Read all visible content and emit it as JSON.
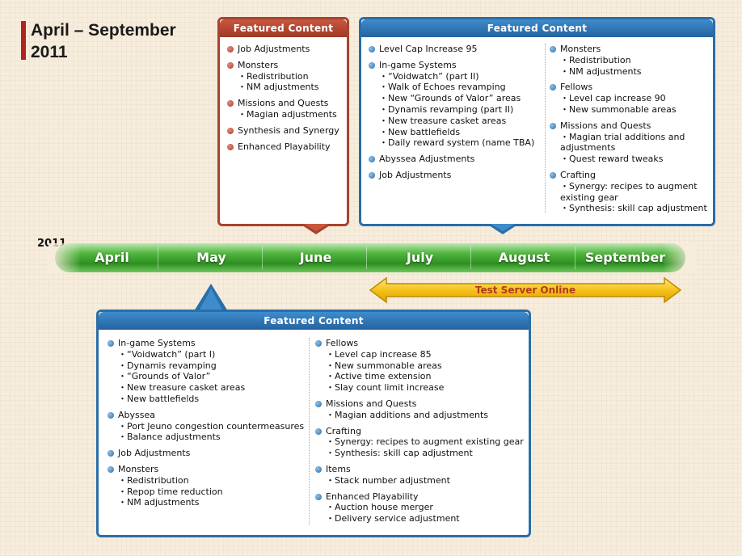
{
  "title": {
    "line1": "April – September",
    "line2": "2011"
  },
  "year_marker": "2011",
  "months": [
    "April",
    "May",
    "June",
    "July",
    "August",
    "September"
  ],
  "test_server": "Test Server Online",
  "box_june": {
    "header": "Featured Content",
    "sections": [
      {
        "title": "Job Adjustments",
        "items": []
      },
      {
        "title": "Monsters",
        "items": [
          "Redistribution",
          "NM adjustments"
        ]
      },
      {
        "title": "Missions and Quests",
        "items": [
          "Magian adjustments"
        ]
      },
      {
        "title": "Synthesis and Synergy",
        "items": []
      },
      {
        "title": "Enhanced Playability",
        "items": []
      }
    ]
  },
  "box_august": {
    "header": "Featured Content",
    "left": [
      {
        "title": "Level Cap Increase 95",
        "items": []
      },
      {
        "title": "In-game Systems",
        "items": [
          "“Voidwatch” (part II)",
          "Walk of Echoes revamping",
          "New “Grounds of Valor” areas",
          "Dynamis revamping (part II)",
          "New treasure casket areas",
          "New battlefields",
          "Daily reward system (name TBA)"
        ]
      },
      {
        "title": "Abyssea Adjustments",
        "items": []
      },
      {
        "title": "Job Adjustments",
        "items": []
      }
    ],
    "right": [
      {
        "title": "Monsters",
        "items": [
          "Redistribution",
          "NM adjustments"
        ]
      },
      {
        "title": "Fellows",
        "items": [
          "Level cap increase 90",
          "New summonable areas"
        ]
      },
      {
        "title": "Missions and Quests",
        "items": [
          "Magian trial additions and adjustments",
          "Quest reward tweaks"
        ]
      },
      {
        "title": "Crafting",
        "items": [
          "Synergy: recipes to augment existing gear",
          "Synthesis: skill cap adjustment"
        ]
      }
    ]
  },
  "box_may": {
    "header": "Featured Content",
    "left": [
      {
        "title": "In-game Systems",
        "items": [
          "“Voidwatch” (part I)",
          "Dynamis revamping",
          "“Grounds of Valor”",
          "New treasure casket areas",
          "New battlefields"
        ]
      },
      {
        "title": "Abyssea",
        "items": [
          "Port Jeuno congestion countermeasures",
          "Balance adjustments"
        ]
      },
      {
        "title": "Job Adjustments",
        "items": []
      },
      {
        "title": "Monsters",
        "items": [
          "Redistribution",
          "Repop time reduction",
          "NM adjustments"
        ]
      }
    ],
    "right": [
      {
        "title": "Fellows",
        "items": [
          "Level cap increase 85",
          "New summonable areas",
          "Active time extension",
          "Slay count limit increase"
        ]
      },
      {
        "title": "Missions and Quests",
        "items": [
          "Magian additions and adjustments"
        ]
      },
      {
        "title": "Crafting",
        "items": [
          "Synergy: recipes to augment existing gear",
          "Synthesis: skill cap adjustment"
        ]
      },
      {
        "title": "Items",
        "items": [
          "Stack number adjustment"
        ]
      },
      {
        "title": "Enhanced Playability",
        "items": [
          "Auction house merger",
          "Delivery service adjustment"
        ]
      }
    ]
  }
}
